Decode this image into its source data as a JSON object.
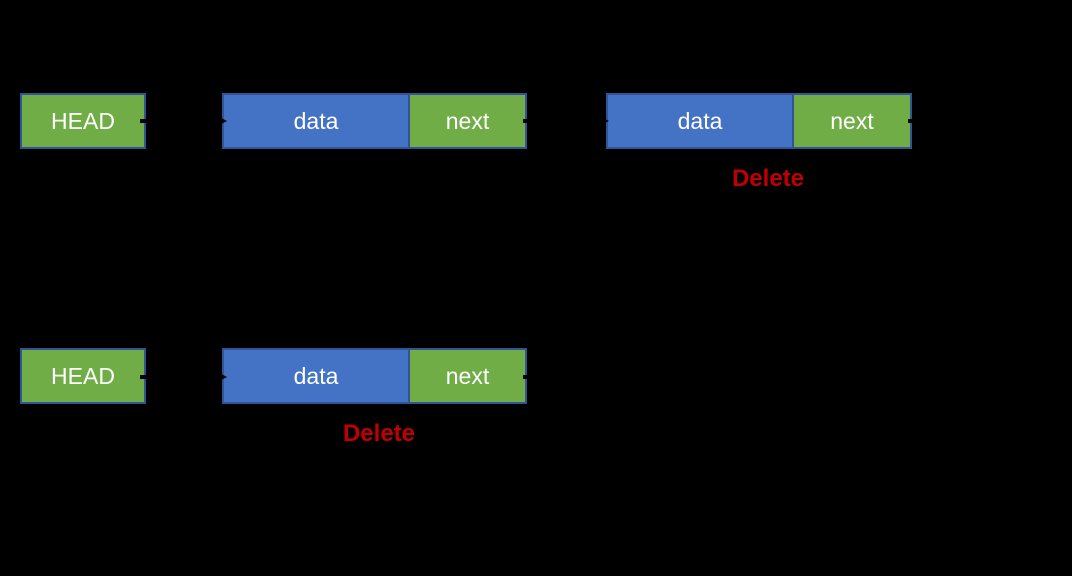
{
  "colors": {
    "background": "#000000",
    "node_green": "#70AD47",
    "node_blue": "#4472C4",
    "node_border": "#2F5597",
    "delete_red": "#C00000",
    "label_text": "#FFFFFF",
    "arrow_black": "#000000"
  },
  "list_top": {
    "head_label": "HEAD",
    "nodes": [
      {
        "data_label": "data",
        "next_label": "next"
      },
      {
        "data_label": "data",
        "next_label": "next"
      }
    ],
    "delete_label": "Delete"
  },
  "list_bottom": {
    "head_label": "HEAD",
    "nodes": [
      {
        "data_label": "data",
        "next_label": "next"
      }
    ],
    "delete_label": "Delete"
  }
}
